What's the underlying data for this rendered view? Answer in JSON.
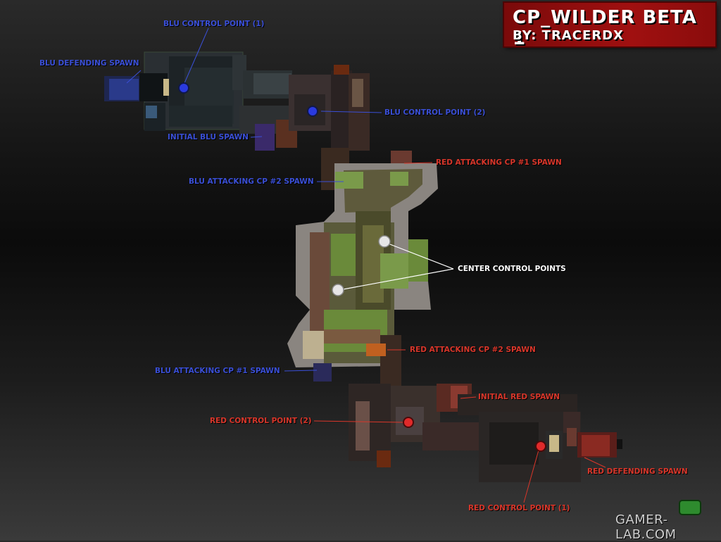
{
  "title": {
    "line1": "CP_WILDER BETA 1",
    "line2": "BY: TRACERDX"
  },
  "labels": {
    "blu_control_point_1": "BLU CONTROL POINT (1)",
    "blu_defending_spawn": "BLU DEFENDING SPAWN",
    "blu_control_point_2": "BLU CONTROL POINT (2)",
    "initial_blu_spawn": "INITIAL BLU SPAWN",
    "red_attacking_cp1_spawn": "RED ATTACKING CP #1 SPAWN",
    "blu_attacking_cp2_spawn": "BLU ATTACKING CP #2 SPAWN",
    "center_control_points": "CENTER CONTROL POINTS",
    "red_attacking_cp2_spawn": "RED ATTACKING CP #2 SPAWN",
    "blu_attacking_cp1_spawn": "BLU ATTACKING CP #1 SPAWN",
    "initial_red_spawn": "INITIAL RED SPAWN",
    "red_control_point_2": "RED CONTROL POINT (2)",
    "red_defending_spawn": "RED DEFENDING SPAWN",
    "red_control_point_1": "RED CONTROL POINT (1)"
  },
  "watermark": "GAMER-LAB.COM",
  "colors": {
    "blu": "#3a4fd6",
    "red": "#d8362a",
    "neutral": "#ffffff",
    "title_bg": "#a01010"
  }
}
